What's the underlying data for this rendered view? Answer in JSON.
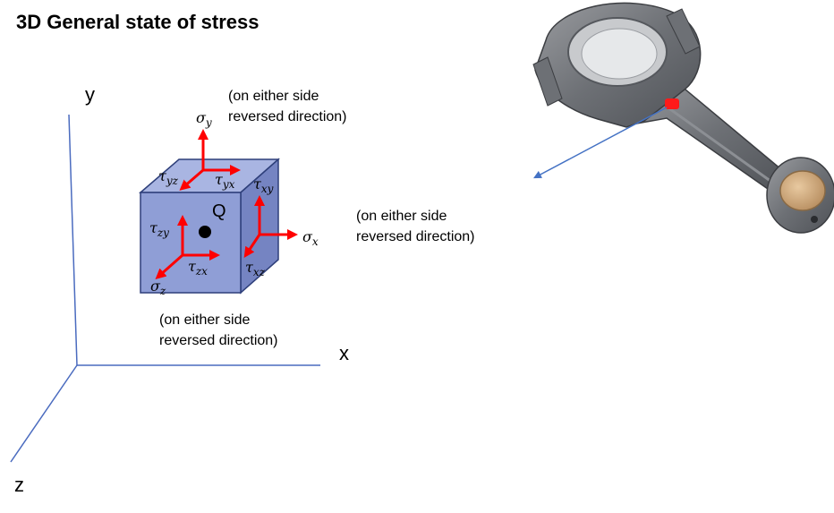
{
  "title": "3D General state of stress",
  "axes": {
    "x": "x",
    "y": "y",
    "z": "z"
  },
  "point_label": "Q",
  "notes": {
    "top": [
      "(on either side",
      "reversed direction)"
    ],
    "right": [
      "(on either side",
      "reversed direction)"
    ],
    "bottom": [
      "(on either side",
      "reversed direction)"
    ]
  },
  "stress_components": {
    "sigma_y": {
      "symbol": "σ",
      "sub": "y"
    },
    "sigma_x": {
      "symbol": "σ",
      "sub": "x"
    },
    "sigma_z": {
      "symbol": "σ",
      "sub": "z"
    },
    "tau_yz": {
      "symbol": "τ",
      "sub": "yz"
    },
    "tau_yx": {
      "symbol": "τ",
      "sub": "yx"
    },
    "tau_xy": {
      "symbol": "τ",
      "sub": "xy"
    },
    "tau_zy": {
      "symbol": "τ",
      "sub": "zy"
    },
    "tau_zx": {
      "symbol": "τ",
      "sub": "zx"
    },
    "tau_xz": {
      "symbol": "τ",
      "sub": "xz"
    }
  },
  "colors": {
    "axis": "#4a6bbf",
    "cube_front": "#8f9ed6",
    "cube_top": "#a9b5e2",
    "cube_side": "#7584c2",
    "cube_edge": "#2e3f7a",
    "arrow": "#ff0000",
    "pointer": "#4472c4",
    "marker": "#ff1a1a"
  },
  "icons": {
    "part": "connecting-rod-picture",
    "marker": "critical-point-marker"
  }
}
